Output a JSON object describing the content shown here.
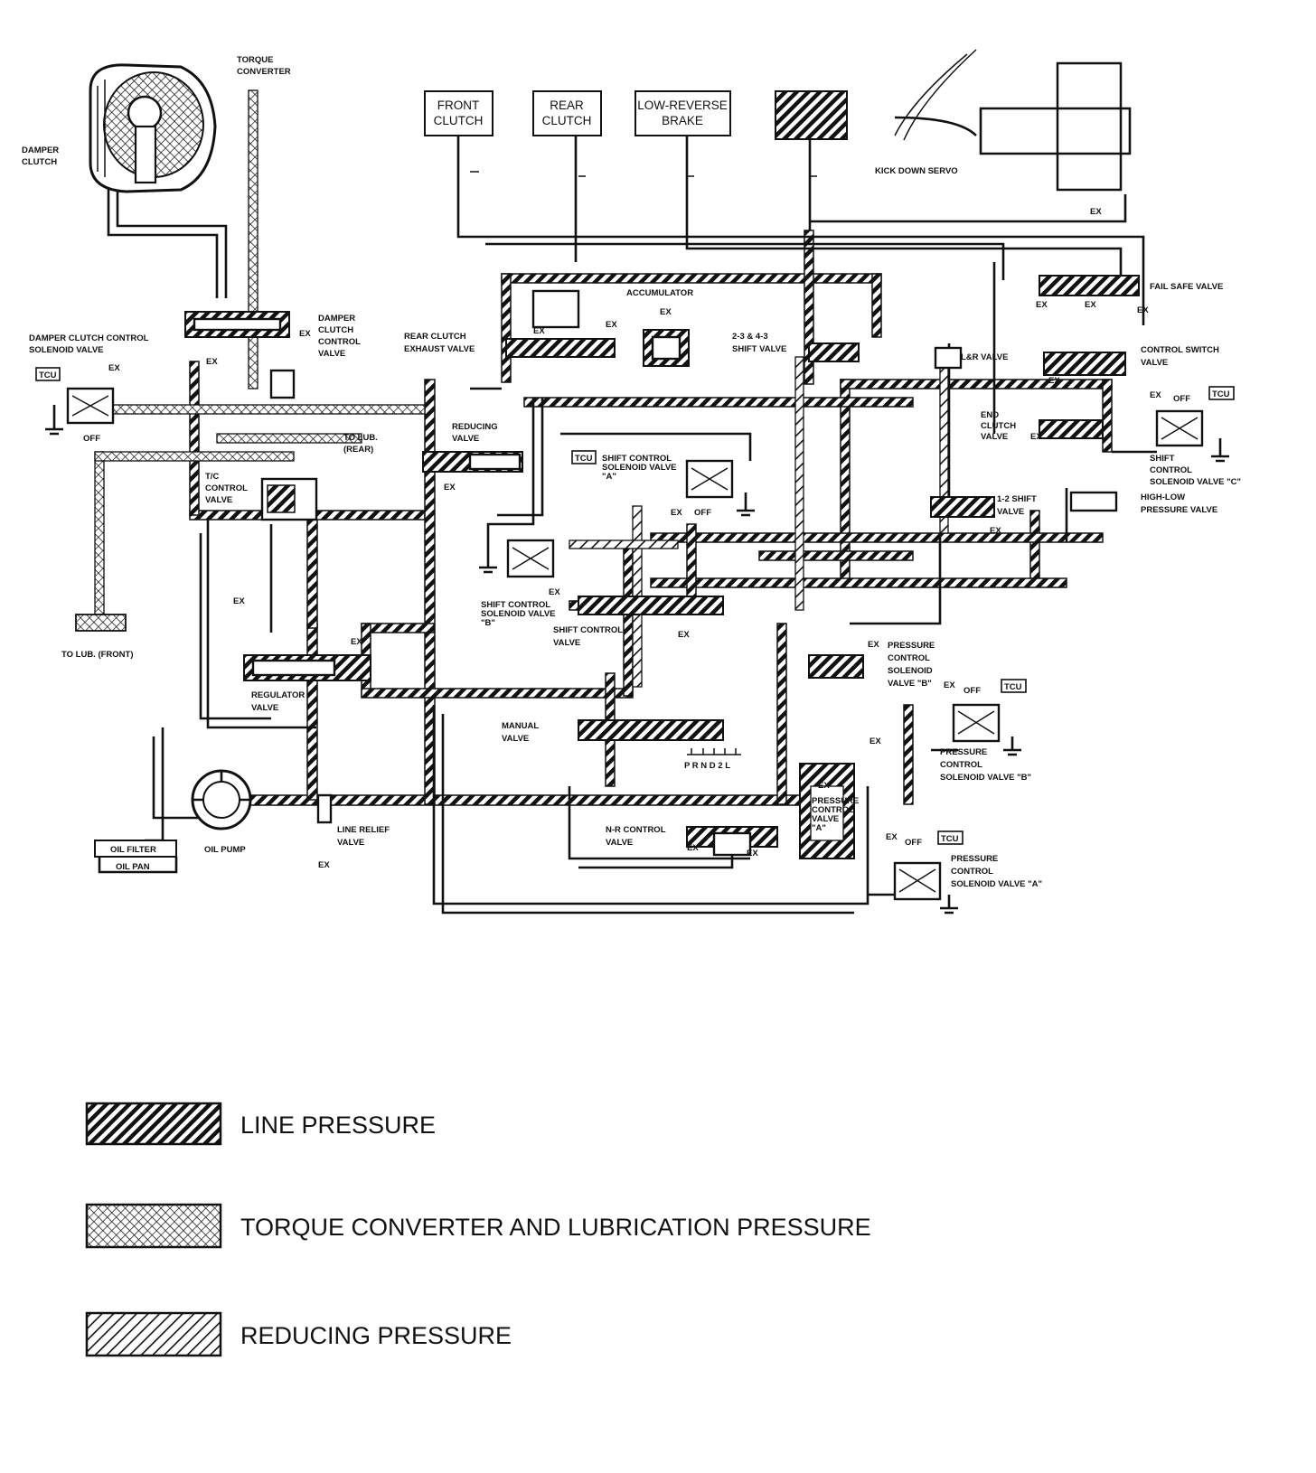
{
  "colors": {
    "ink": "#111111",
    "paper": "#ffffff"
  },
  "boxes": {
    "front_clutch": [
      "FRONT",
      "CLUTCH"
    ],
    "rear_clutch": [
      "REAR",
      "CLUTCH"
    ],
    "low_reverse_brake": [
      "LOW-REVERSE",
      "BRAKE"
    ]
  },
  "labels": {
    "torque_converter": [
      "TORQUE",
      "CONVERTER"
    ],
    "damper_clutch": [
      "DAMPER",
      "CLUTCH"
    ],
    "damper_clutch_control_solenoid_valve": [
      "DAMPER CLUTCH CONTROL",
      "SOLENOID VALVE"
    ],
    "damper_clutch_control_valve": [
      "DAMPER",
      "CLUTCH",
      "CONTROL",
      "VALVE"
    ],
    "rear_clutch_exhaust_valve": [
      "REAR CLUTCH",
      "EXHAUST VALVE"
    ],
    "accumulator": "ACCUMULATOR",
    "shift_valve_23_43": [
      "2-3 & 4-3",
      "SHIFT VALVE"
    ],
    "lr_valve": "L&R VALVE",
    "fail_safe_valve": "FAIL SAFE VALVE",
    "control_switch_valve": [
      "CONTROL SWITCH",
      "VALVE"
    ],
    "kick_down_servo": "KICK DOWN SERVO",
    "end_clutch_valve": [
      "END",
      "CLUTCH",
      "VALVE"
    ],
    "shift_control_solenoid_valve_c": [
      "SHIFT",
      "CONTROL",
      "SOLENOID VALVE \"C\""
    ],
    "high_low_pressure_valve": [
      "HIGH-LOW",
      "PRESSURE VALVE"
    ],
    "shift_valve_12": [
      "1-2 SHIFT",
      "VALVE"
    ],
    "reducing_valve": [
      "REDUCING",
      "VALVE"
    ],
    "shift_control_solenoid_valve_a": [
      "SHIFT CONTROL",
      "SOLENOID VALVE",
      "\"A\""
    ],
    "shift_control_solenoid_valve_b": [
      "SHIFT CONTROL",
      "SOLENOID VALVE",
      "\"B\""
    ],
    "shift_control_valve": [
      "SHIFT CONTROL",
      "VALVE"
    ],
    "to_lub_rear": [
      "TO LUB.",
      "(REAR)"
    ],
    "tc_control_valve": [
      "T/C",
      "CONTROL",
      "VALVE"
    ],
    "to_lub_front": "TO LUB. (FRONT)",
    "regulator_valve": [
      "REGULATOR",
      "VALVE"
    ],
    "pressure_control_solenoid_valve_b_upper": [
      "PRESSURE",
      "CONTROL",
      "SOLENOID",
      "VALVE \"B\""
    ],
    "pressure_control_solenoid_valve_b": [
      "PRESSURE",
      "CONTROL",
      "SOLENOID VALVE \"B\""
    ],
    "manual_valve": [
      "MANUAL",
      "VALVE"
    ],
    "pressure_control_valve_a": [
      "PRESSURE",
      "CONTROL",
      "VALVE",
      "\"A\""
    ],
    "pressure_control_solenoid_valve_a": [
      "PRESSURE",
      "CONTROL",
      "SOLENOID VALVE \"A\""
    ],
    "nr_control_valve": [
      "N-R CONTROL",
      "VALVE"
    ],
    "line_relief_valve": [
      "LINE RELIEF",
      "VALVE"
    ],
    "oil_filter": "OIL FILTER",
    "oil_pan": "OIL PAN",
    "oil_pump": "OIL PUMP",
    "gear_positions": "P R N D 2 L",
    "ex": "EX",
    "off": "OFF",
    "tcu": "TCU"
  },
  "legend": [
    {
      "pattern": "line",
      "label": "LINE PRESSURE"
    },
    {
      "pattern": "tc",
      "label": "TORQUE CONVERTER AND LUBRICATION PRESSURE"
    },
    {
      "pattern": "reducing",
      "label": "REDUCING PRESSURE"
    }
  ]
}
